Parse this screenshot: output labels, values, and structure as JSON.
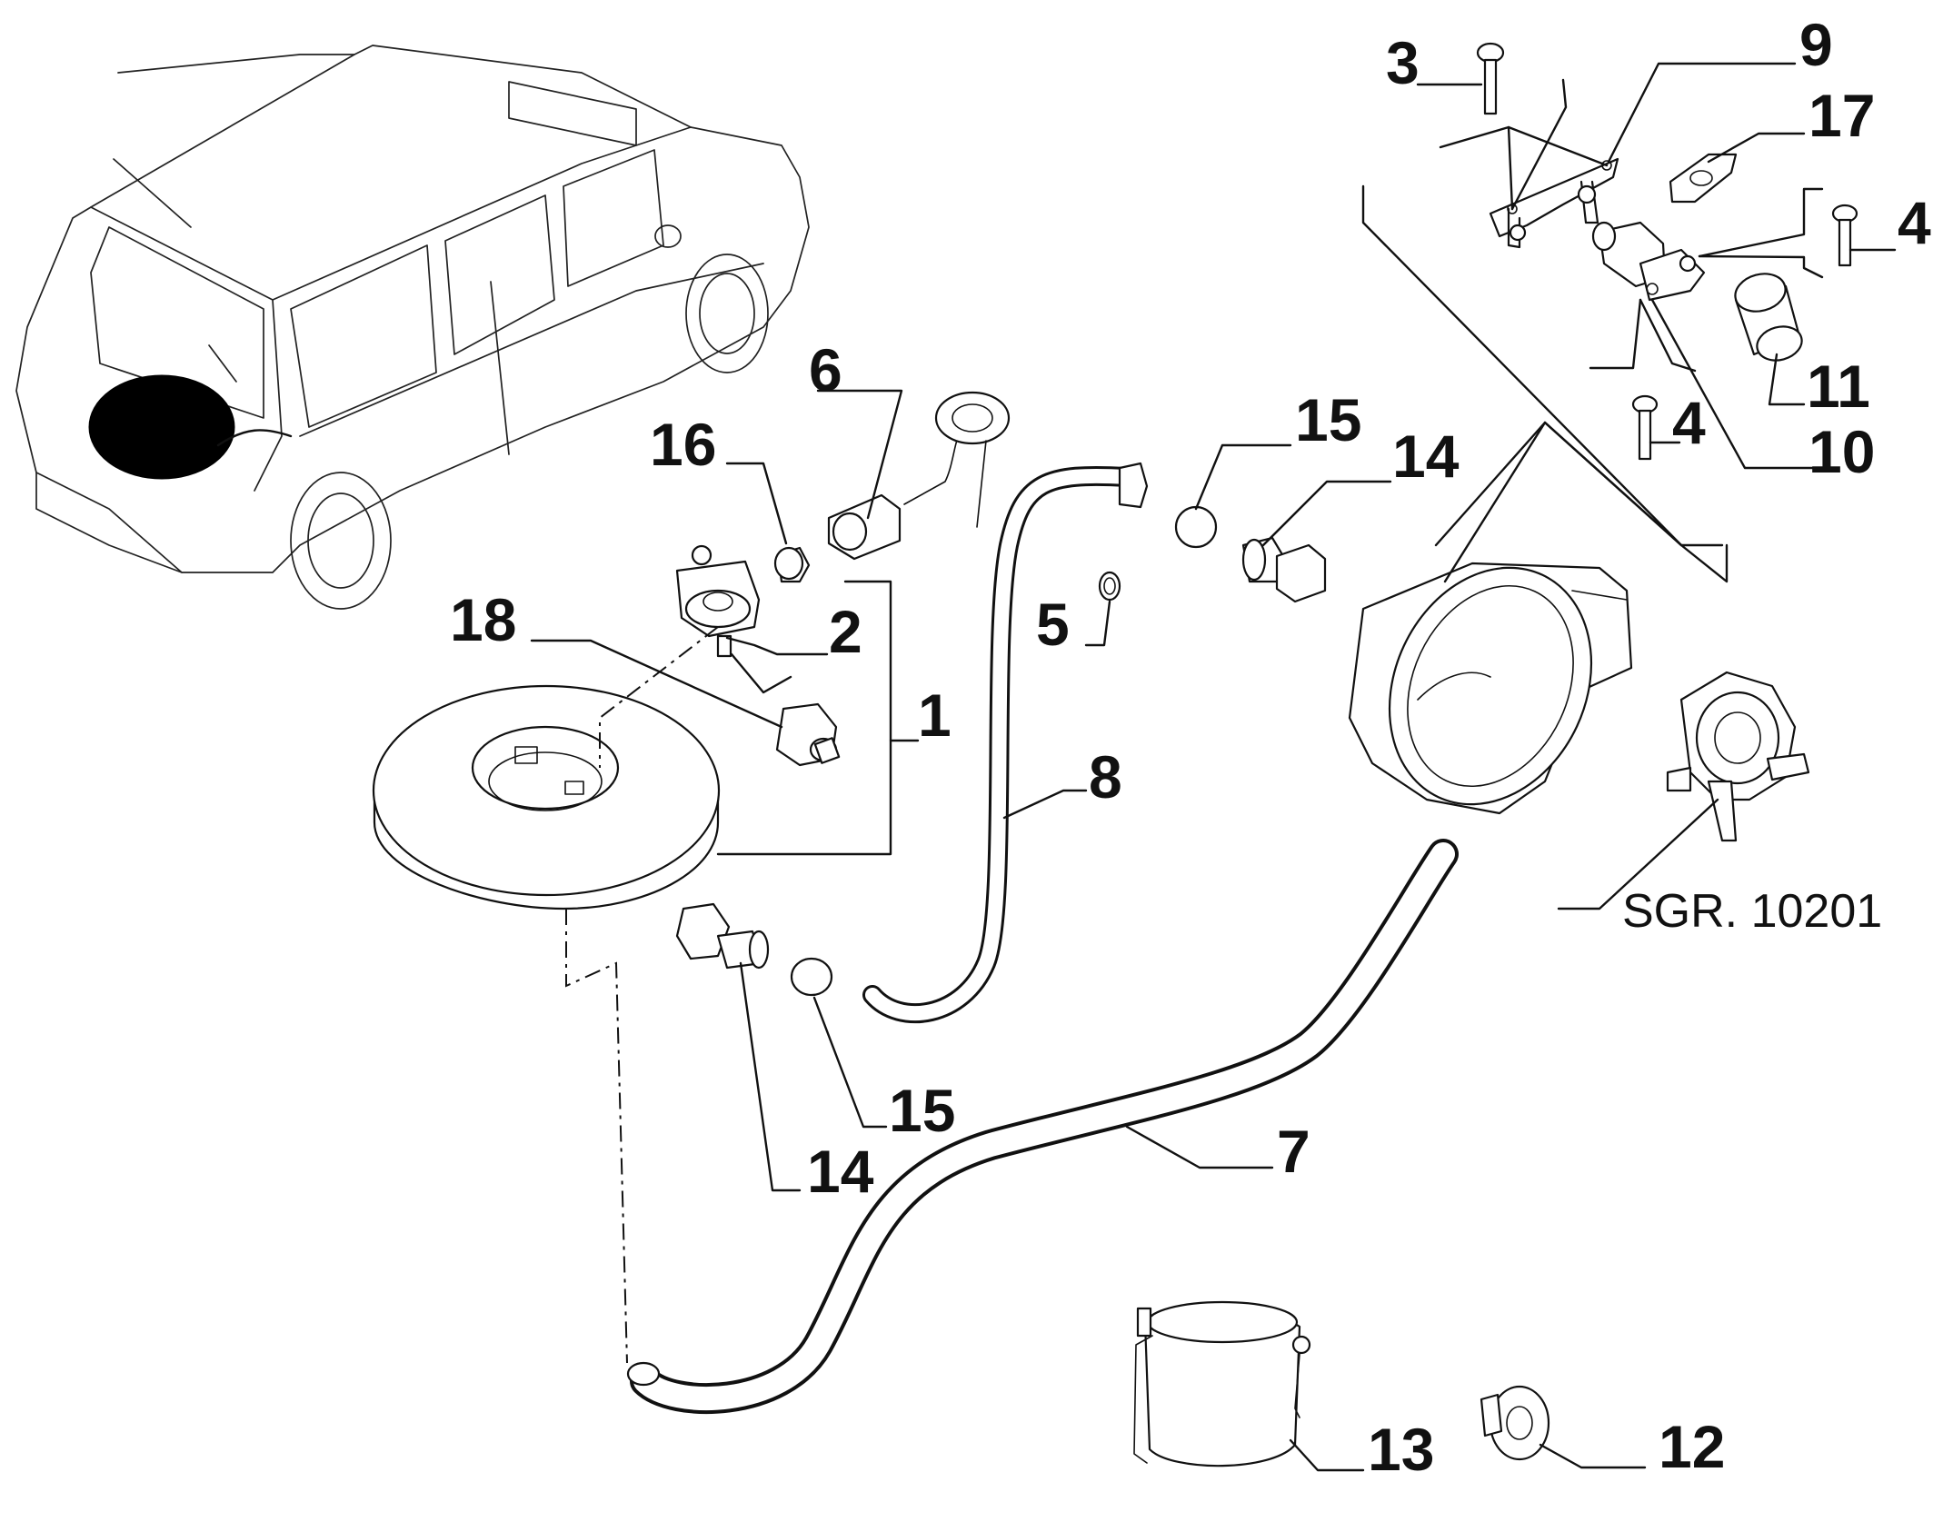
{
  "diagram": {
    "labels": {
      "p1": "1",
      "p2": "2",
      "p3": "3",
      "p4a": "4",
      "p4b": "4",
      "p5": "5",
      "p6": "6",
      "p7": "7",
      "p8": "8",
      "p9": "9",
      "p10": "10",
      "p11": "11",
      "p12": "12",
      "p13": "13",
      "p14a": "14",
      "p14b": "14",
      "p15a": "15",
      "p15b": "15",
      "p16": "16",
      "p17": "17",
      "p18": "18"
    },
    "reference": "SGR. 10201"
  }
}
